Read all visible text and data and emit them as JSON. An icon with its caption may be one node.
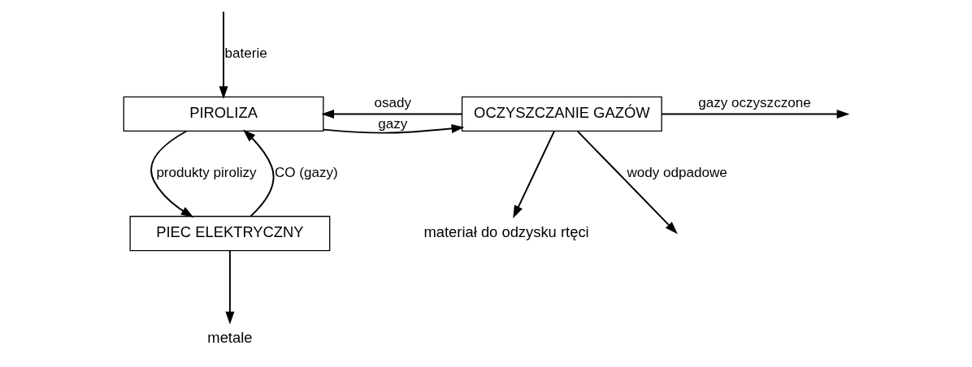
{
  "diagram": {
    "nodes": [
      {
        "text": [
          "PIROLIZA"
        ]
      },
      {
        "text": [
          "PIEC ELEKTRYCZNY"
        ]
      },
      {
        "text": [
          "OCZYSZCZANIE GAZÓW"
        ]
      },
      {
        "text": [
          "metale"
        ]
      },
      {
        "text": [
          "materiał do odzysku rtęci"
        ]
      }
    ],
    "edges": [
      {
        "from": null,
        "to": 0,
        "arrow": "to",
        "label": "baterie"
      },
      {
        "from": 0,
        "to": 2,
        "arrow": "to",
        "label": "gazy"
      },
      {
        "from": 2,
        "to": 0,
        "arrow": "to",
        "label": "osady"
      },
      {
        "from": 0,
        "to": 1,
        "arrow": "to",
        "label": "produkty pirolizy"
      },
      {
        "from": 1,
        "to": 0,
        "arrow": "to",
        "label": "CO (gazy)"
      },
      {
        "from": 1,
        "to": 3,
        "arrow": "to"
      },
      {
        "from": 2,
        "to": 4,
        "arrow": "to"
      },
      {
        "from": 2,
        "to": null,
        "arrow": "to",
        "label": "gazy oczyszczone"
      },
      {
        "from": 2,
        "to": null,
        "arrow": "to",
        "label": "wody odpadowe"
      }
    ]
  }
}
